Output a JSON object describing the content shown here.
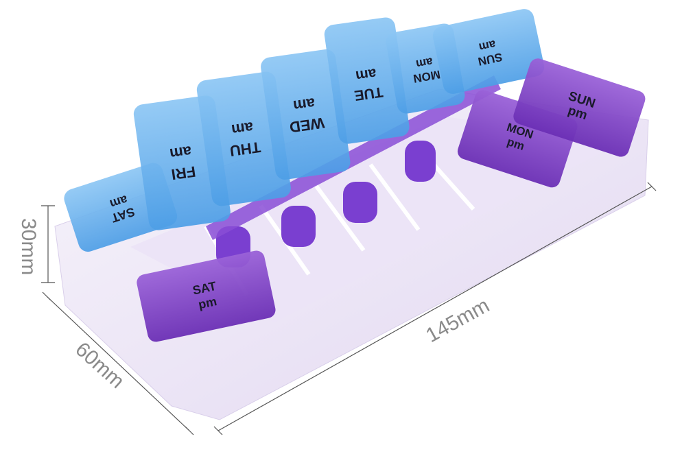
{
  "colors": {
    "blue_lid": "#6fb4ee",
    "purple_lid": "#7b3fc4",
    "tray": "#f1ecf8",
    "inner": "#e6dcf4",
    "dimension": "#8a8a8a"
  },
  "am_lids": [
    {
      "day": "SAT",
      "period": "am"
    },
    {
      "day": "FRI",
      "period": "am"
    },
    {
      "day": "THU",
      "period": "am"
    },
    {
      "day": "WED",
      "period": "am"
    },
    {
      "day": "TUE",
      "period": "am"
    },
    {
      "day": "MON",
      "period": "am"
    },
    {
      "day": "SUN",
      "period": "am"
    }
  ],
  "pm_lids": [
    {
      "day": "SAT",
      "period": "pm"
    },
    {
      "day": "MON",
      "period": "pm"
    },
    {
      "day": "SUN",
      "period": "pm"
    }
  ],
  "dimensions": {
    "height": "30mm",
    "depth": "60mm",
    "length": "145mm"
  }
}
